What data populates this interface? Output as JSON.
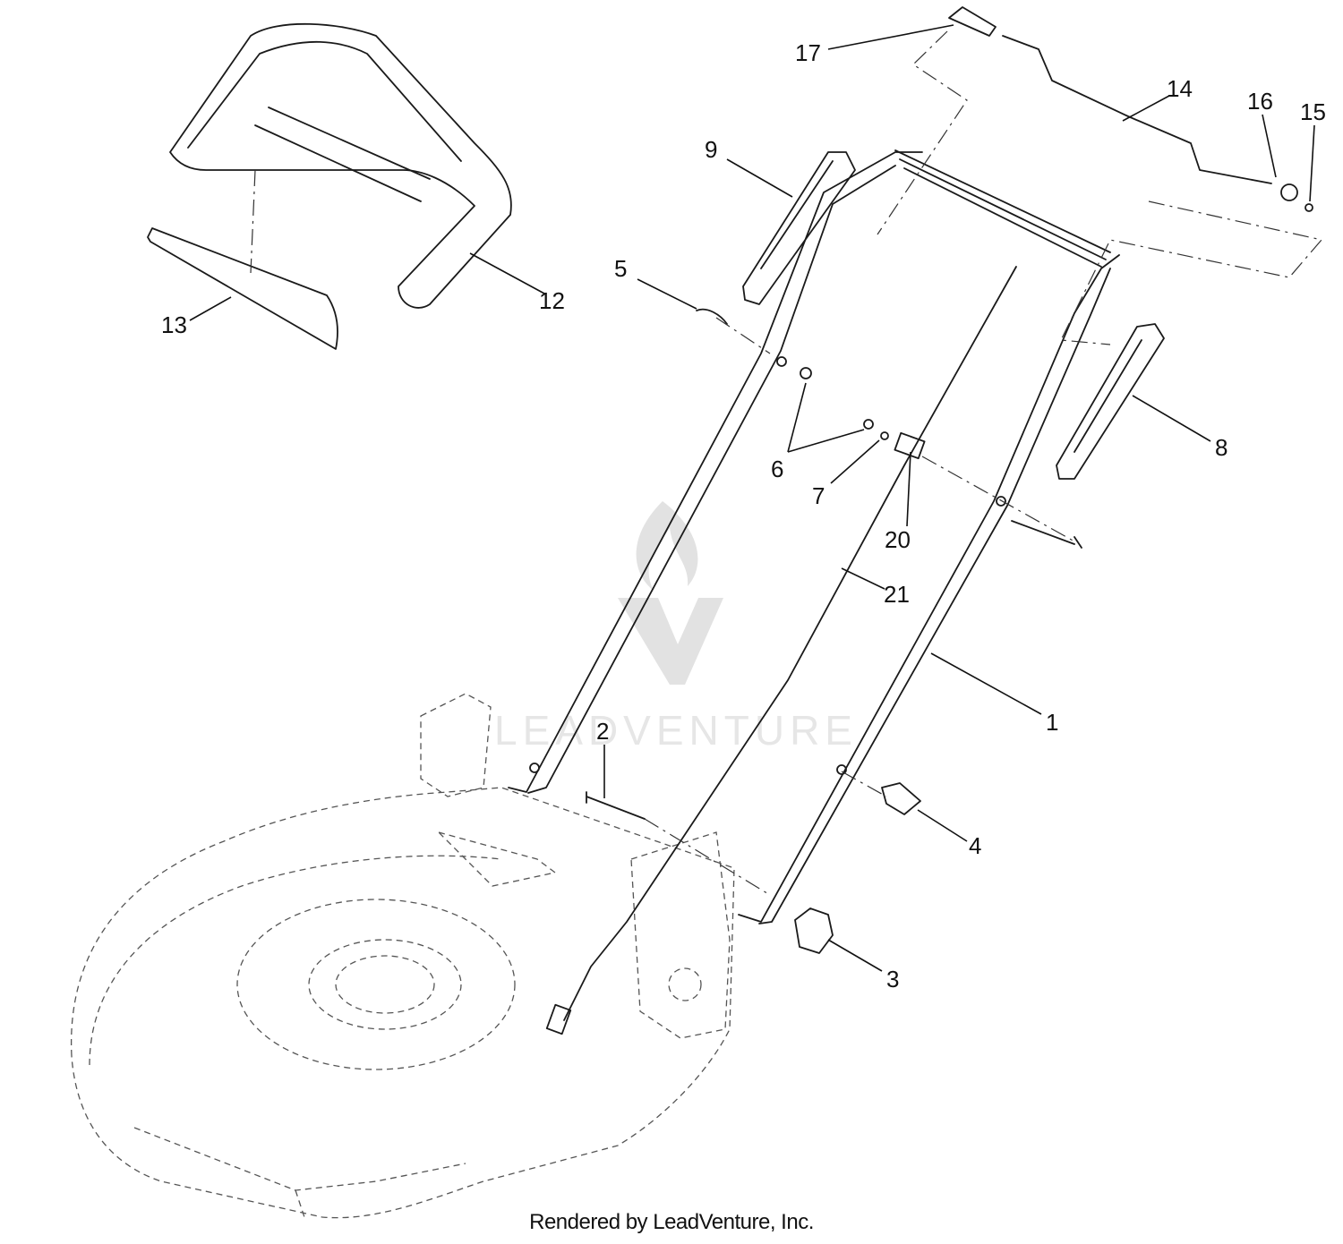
{
  "diagram": {
    "callouts": [
      {
        "id": "c1",
        "label": "1"
      },
      {
        "id": "c2",
        "label": "2"
      },
      {
        "id": "c3",
        "label": "3"
      },
      {
        "id": "c4",
        "label": "4"
      },
      {
        "id": "c5",
        "label": "5"
      },
      {
        "id": "c6",
        "label": "6"
      },
      {
        "id": "c7",
        "label": "7"
      },
      {
        "id": "c8",
        "label": "8"
      },
      {
        "id": "c9",
        "label": "9"
      },
      {
        "id": "c12",
        "label": "12"
      },
      {
        "id": "c13",
        "label": "13"
      },
      {
        "id": "c14",
        "label": "14"
      },
      {
        "id": "c15",
        "label": "15"
      },
      {
        "id": "c16",
        "label": "16"
      },
      {
        "id": "c17",
        "label": "17"
      },
      {
        "id": "c20",
        "label": "20"
      },
      {
        "id": "c21",
        "label": "21"
      }
    ],
    "watermark_text": "LEADVENTURE",
    "footer": "Rendered by LeadVenture, Inc."
  }
}
